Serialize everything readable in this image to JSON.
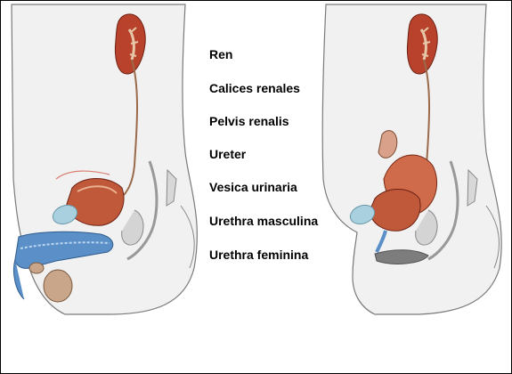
{
  "labels": [
    "Ren",
    "Calices renales",
    "Pelvis renalis",
    "Ureter",
    "Vesica urinaria",
    "Urethra masculina",
    "Urethra feminina"
  ],
  "colors": {
    "kidney": "#b8422c",
    "bladder": "#c0583a",
    "urethra_blue": "#5b8fc8",
    "symphysis": "#9ec8d8",
    "body_outline": "#777777",
    "body_fill": "#efefef"
  }
}
